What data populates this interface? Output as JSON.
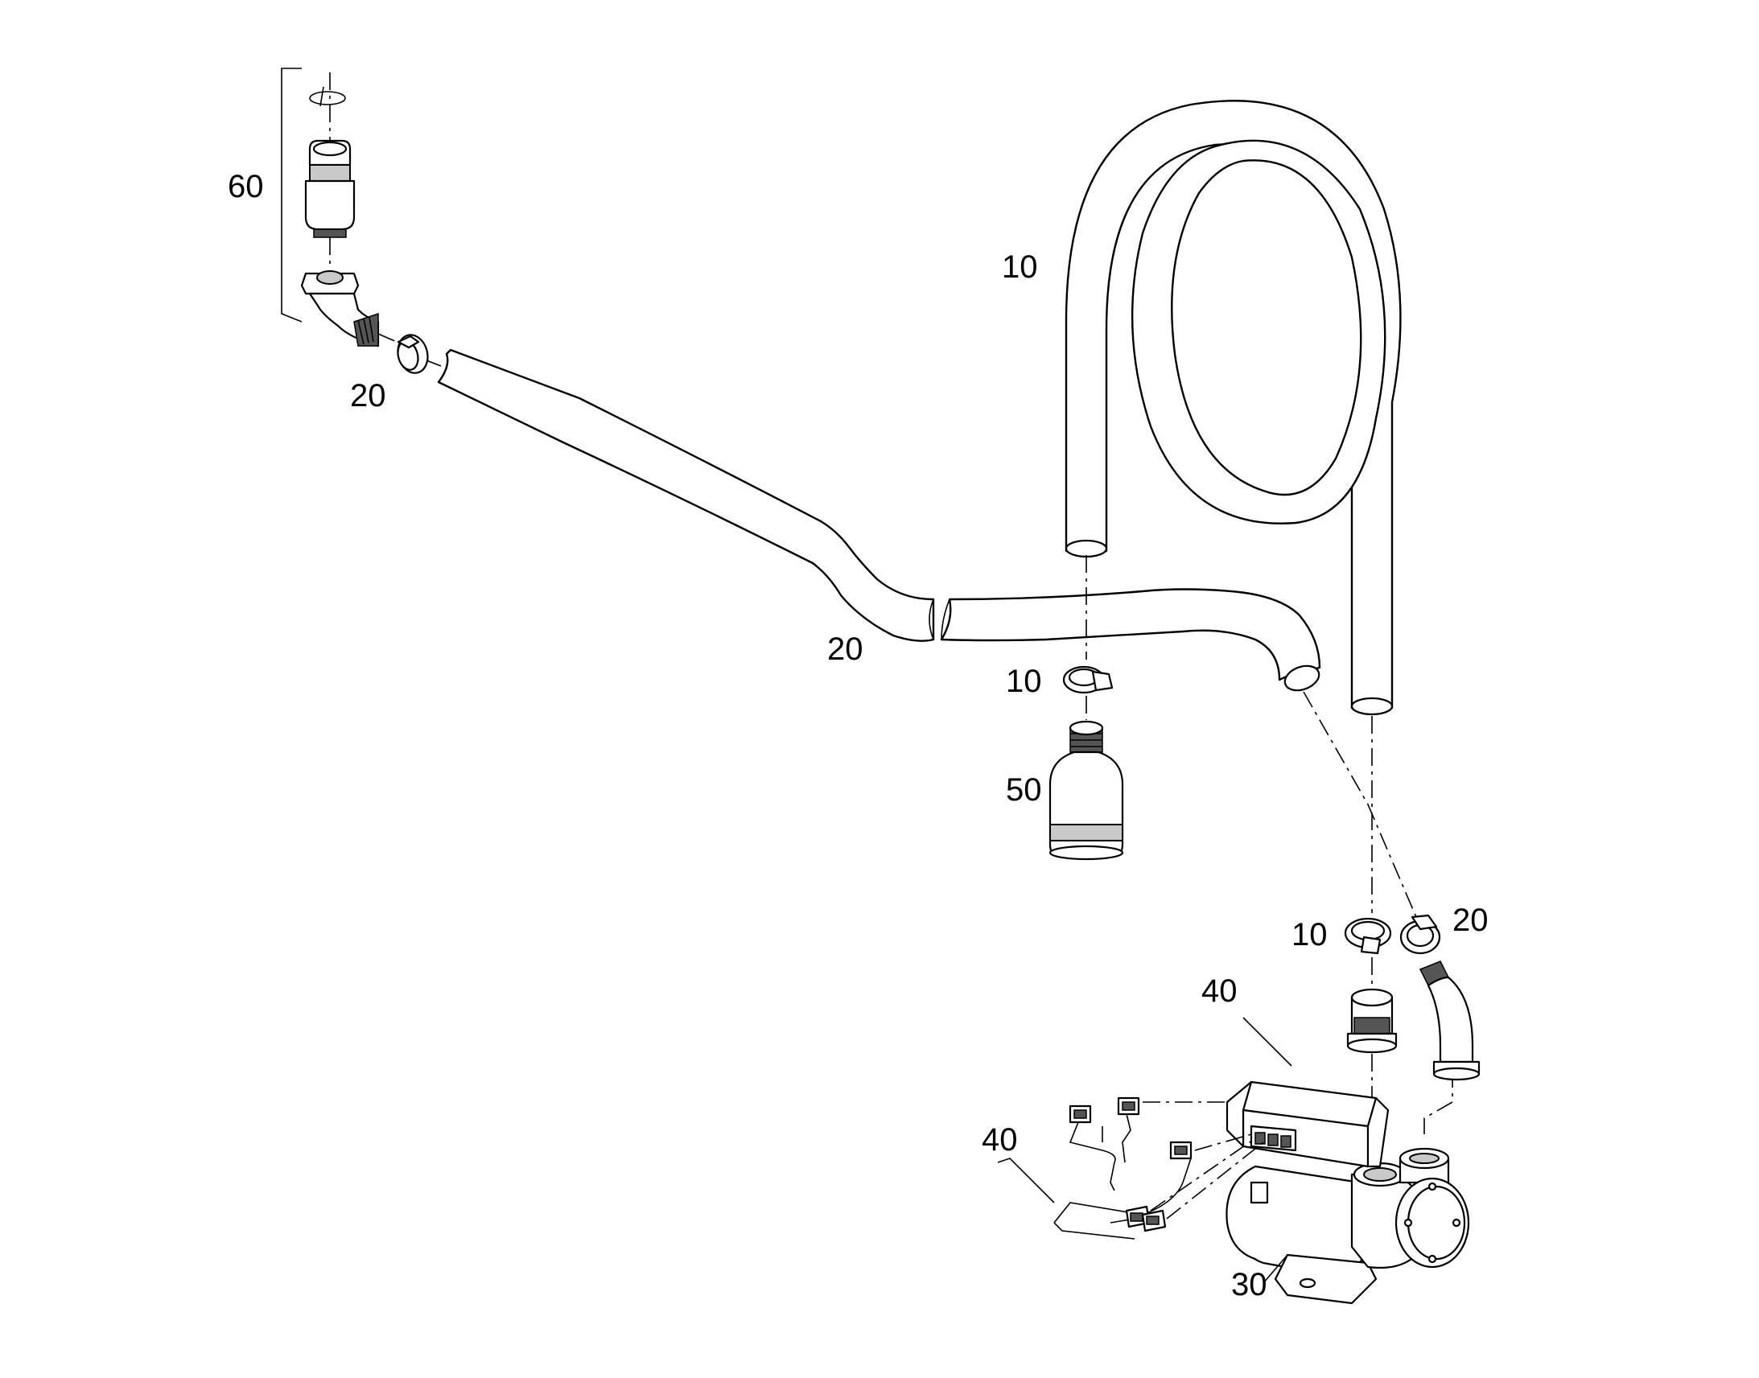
{
  "labels": {
    "p60": "60",
    "p10_hose": "10",
    "p20_clamp_top": "20",
    "p20_hose": "20",
    "p10_clamp_mid": "10",
    "p50": "50",
    "p10_clamp_bottom": "10",
    "p20_clamp_bottom": "20",
    "p40_top": "40",
    "p40_left": "40",
    "p30": "30"
  }
}
